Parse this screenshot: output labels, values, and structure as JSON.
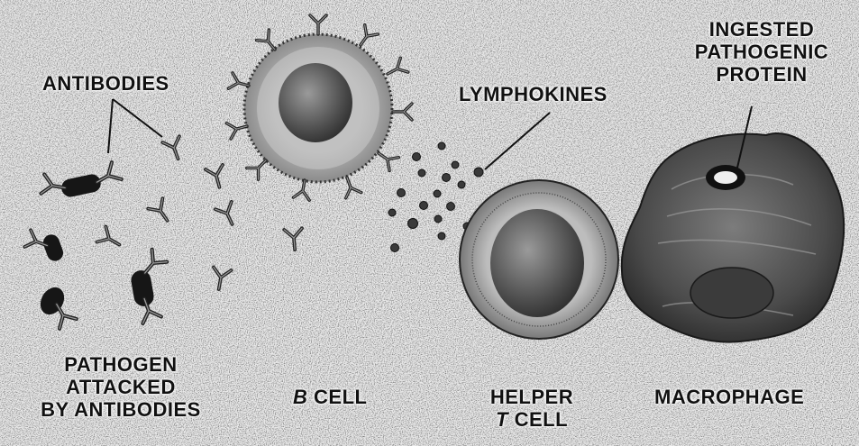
{
  "labels": {
    "antibodies": "ANTIBODIES",
    "lymphokines": "LYMPHOKINES",
    "ingested": {
      "line1": "INGESTED",
      "line2": "PATHOGENIC",
      "line3": "PROTEIN"
    },
    "pathogen": {
      "line1": "PATHOGEN",
      "line2": "ATTACKED",
      "line3": "BY ANTIBODIES"
    },
    "b_cell": {
      "italic": "B",
      "rest": "CELL"
    },
    "helper_t_cell": {
      "line1": "HELPER",
      "italic": "T",
      "rest": "CELL"
    },
    "macrophage": "MACROPHAGE"
  },
  "colors": {
    "background": "#e9e9e9",
    "ink": "#111111",
    "cell_body": "#9a9a9a",
    "nucleus": "#5a5a5a"
  }
}
